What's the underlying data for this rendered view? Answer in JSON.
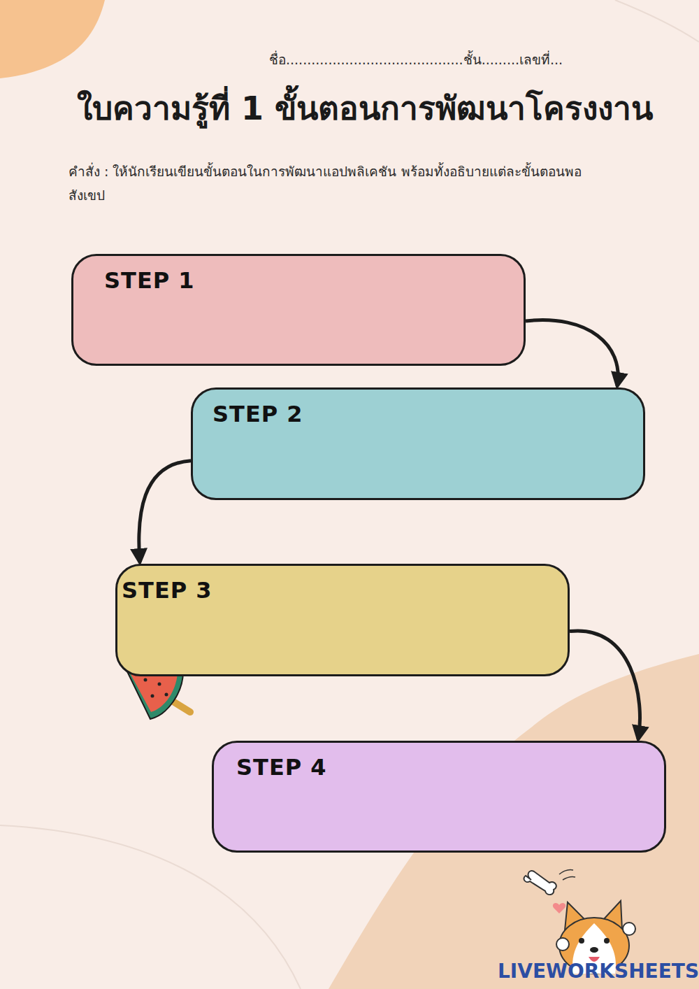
{
  "diagram": {
    "title": "ใบความรู้ที่ 1 ขั้นตอนการพัฒนาโครงงาน",
    "nodes": [
      {
        "text": [
          "STEP 1"
        ]
      },
      {
        "text": [
          "STEP 2"
        ]
      },
      {
        "text": [
          "STEP 3"
        ]
      },
      {
        "text": [
          "STEP 4"
        ]
      }
    ],
    "edges": [
      {
        "from": 0,
        "to": 1,
        "arrow": "to"
      },
      {
        "from": 1,
        "to": 2,
        "arrow": "to"
      },
      {
        "from": 2,
        "to": 3,
        "arrow": "to"
      }
    ],
    "labels": [
      "ชื่อ..........................................ชั้น.........เลขที่...",
      "คำสั่ง : ให้นักเรียนเขียนขั้นตอนในการพัฒนาแอปพลิเคชัน พร้อมทั้งอธิบายแต่ละขั้นตอนพอสังเขป",
      "LIVEWORKSHEETS"
    ]
  }
}
